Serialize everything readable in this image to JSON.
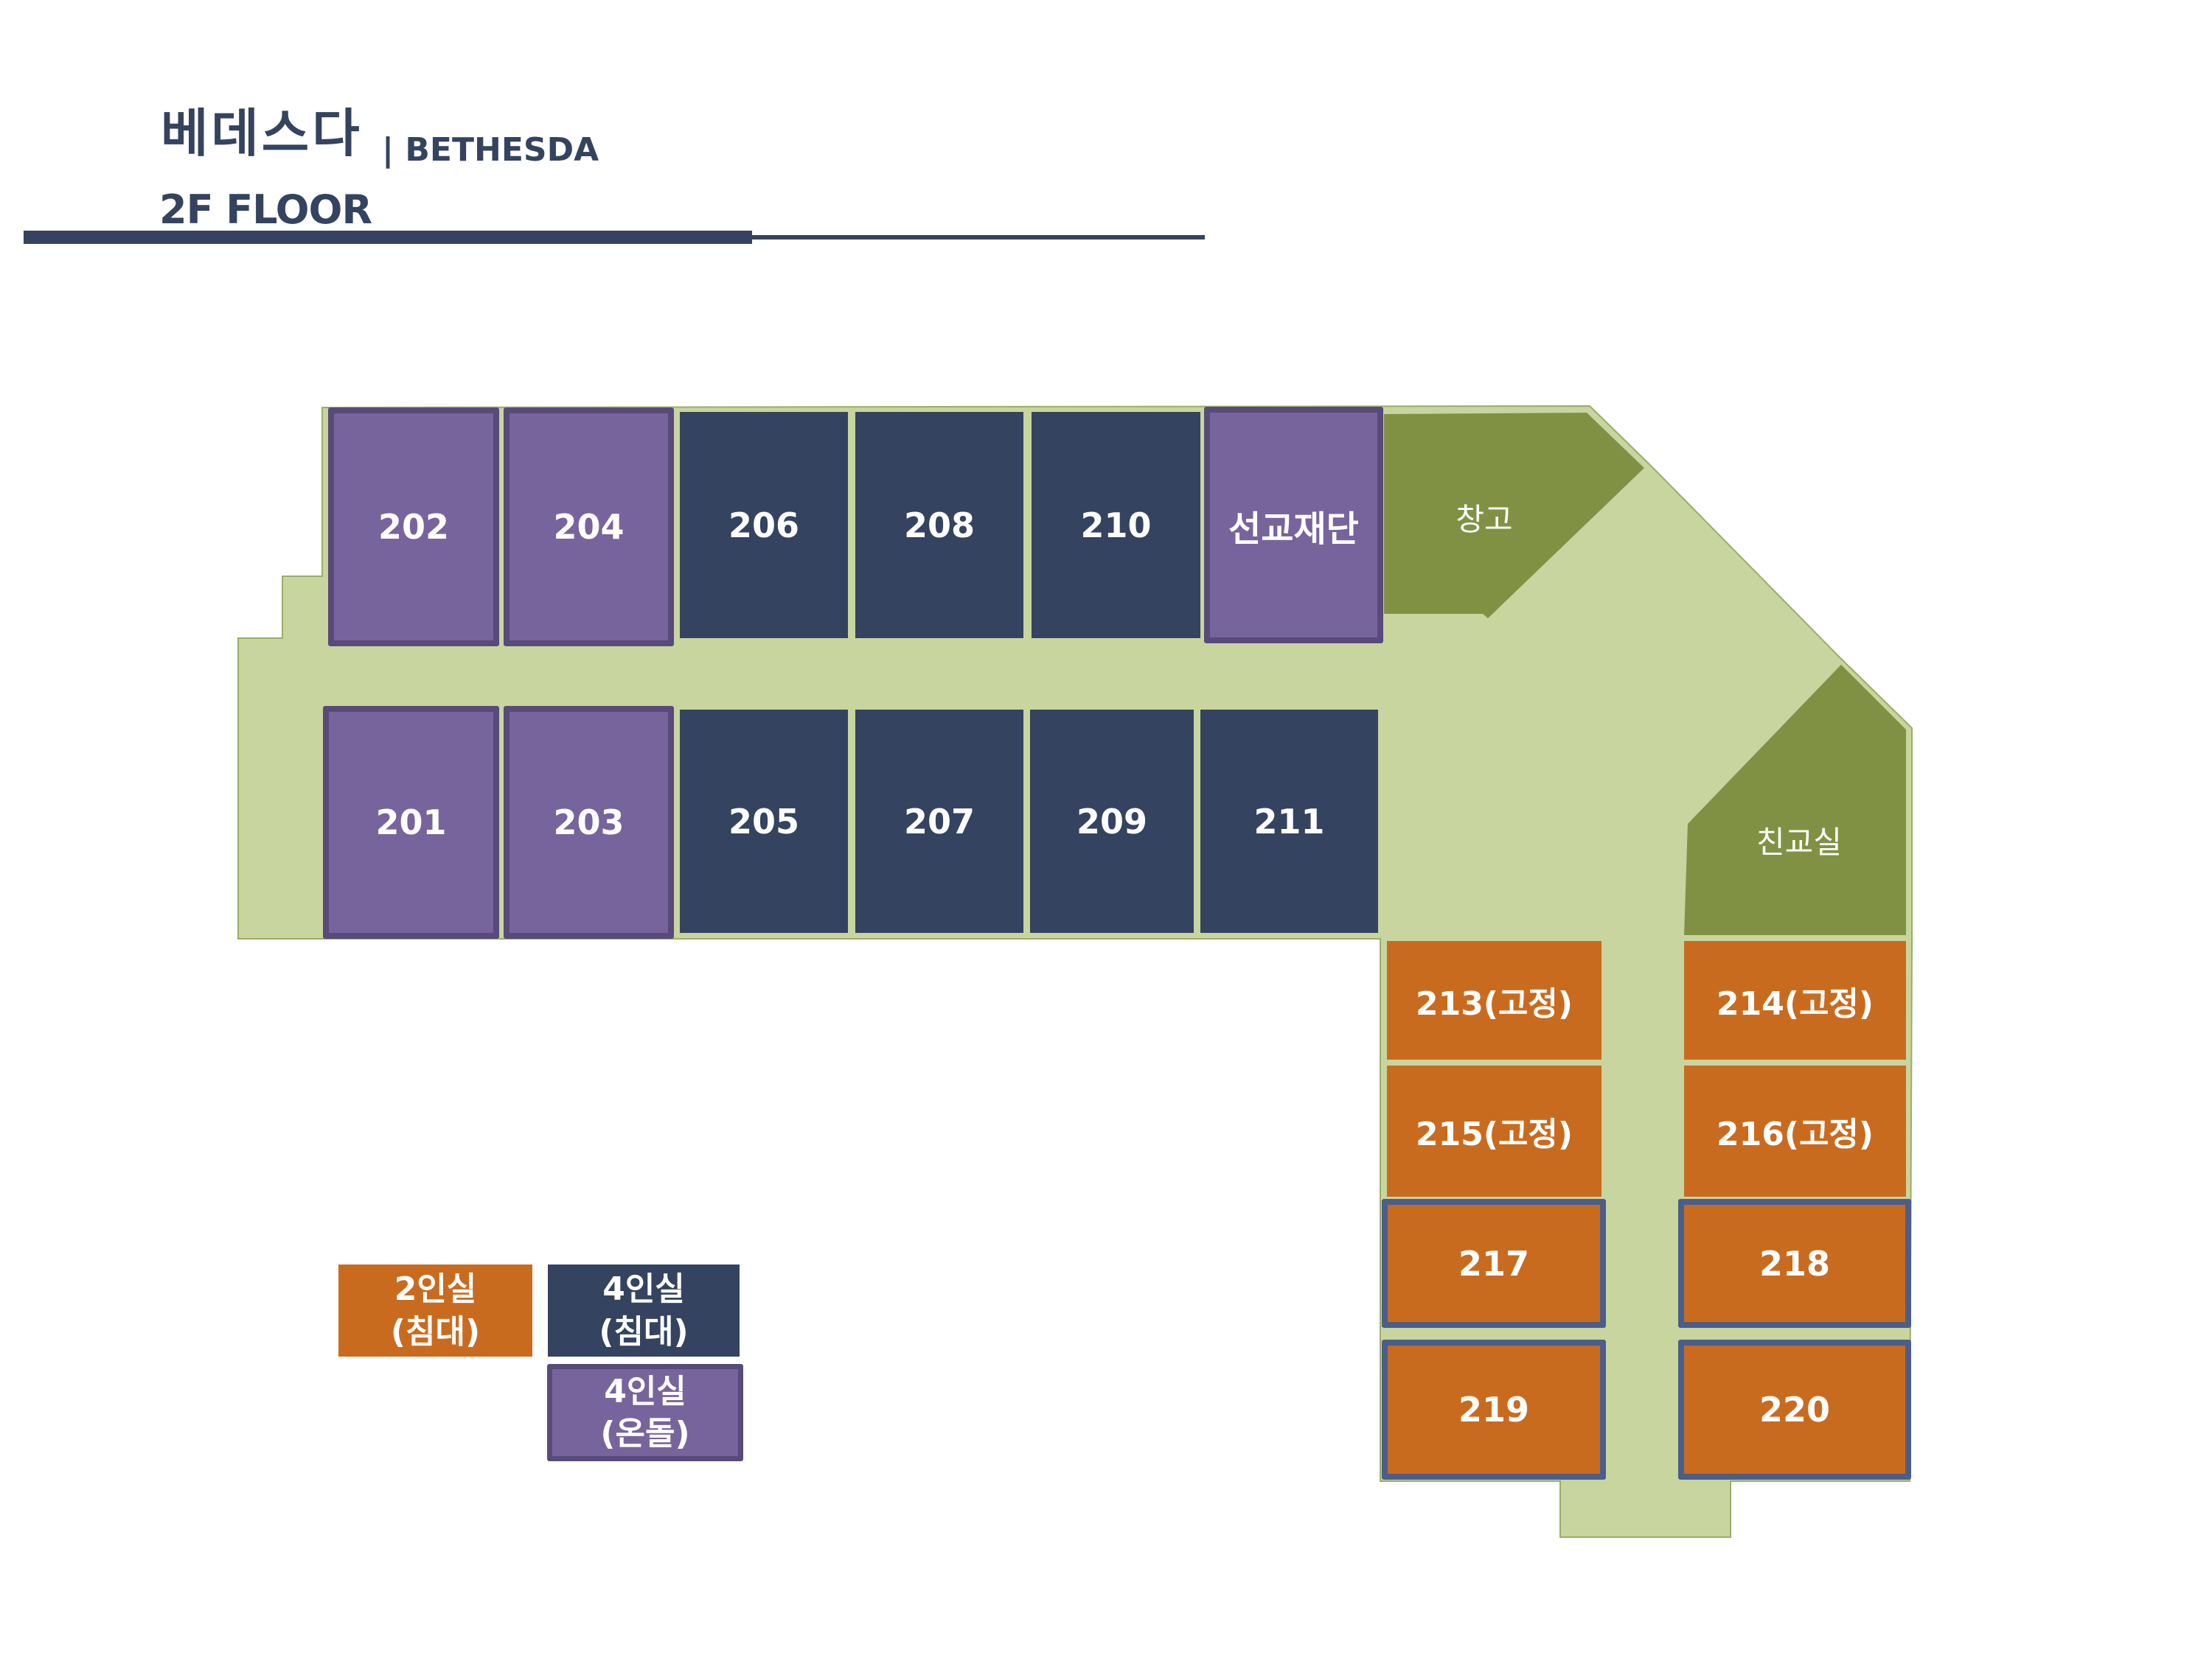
{
  "header": {
    "title_korean": "베데스다",
    "title_english": "| BETHESDA",
    "floor": "2F FLOOR"
  },
  "colors": {
    "navy": "#344360",
    "purple": "#77649d",
    "purple_border": "#584a7a",
    "orange": "#c96b1f",
    "orange_border": "#4b5d8a",
    "corridor": "#c8d59e",
    "facility": "#819144"
  },
  "rooms": {
    "r202": "202",
    "r204": "204",
    "r206": "206",
    "r208": "208",
    "r210": "210",
    "mission": "선교재단",
    "r201": "201",
    "r203": "203",
    "r205": "205",
    "r207": "207",
    "r209": "209",
    "r211": "211",
    "r213": "213(고정)",
    "r214": "214(고정)",
    "r215": "215(고정)",
    "r216": "216(고정)",
    "r217": "217",
    "r218": "218",
    "r219": "219",
    "r220": "220"
  },
  "facilities": {
    "storage": "창고",
    "fellowship": "친교실"
  },
  "legend": {
    "two_bed": {
      "line1": "2인실",
      "line2": "(침대)"
    },
    "four_bed": {
      "line1": "4인실",
      "line2": "(침대)"
    },
    "four_ondol": {
      "line1": "4인실",
      "line2": "(온돌)"
    }
  }
}
